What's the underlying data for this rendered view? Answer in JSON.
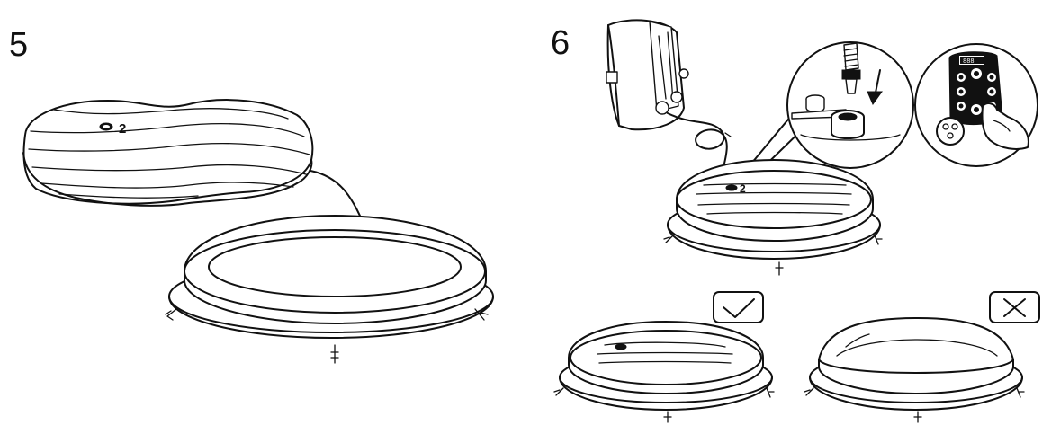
{
  "steps": [
    {
      "number": "5",
      "callout": "2"
    },
    {
      "number": "6",
      "callout": "2"
    }
  ],
  "control_panel": {
    "display": "888"
  },
  "icons": {
    "correct": "checkmark-icon",
    "incorrect": "cross-icon"
  }
}
